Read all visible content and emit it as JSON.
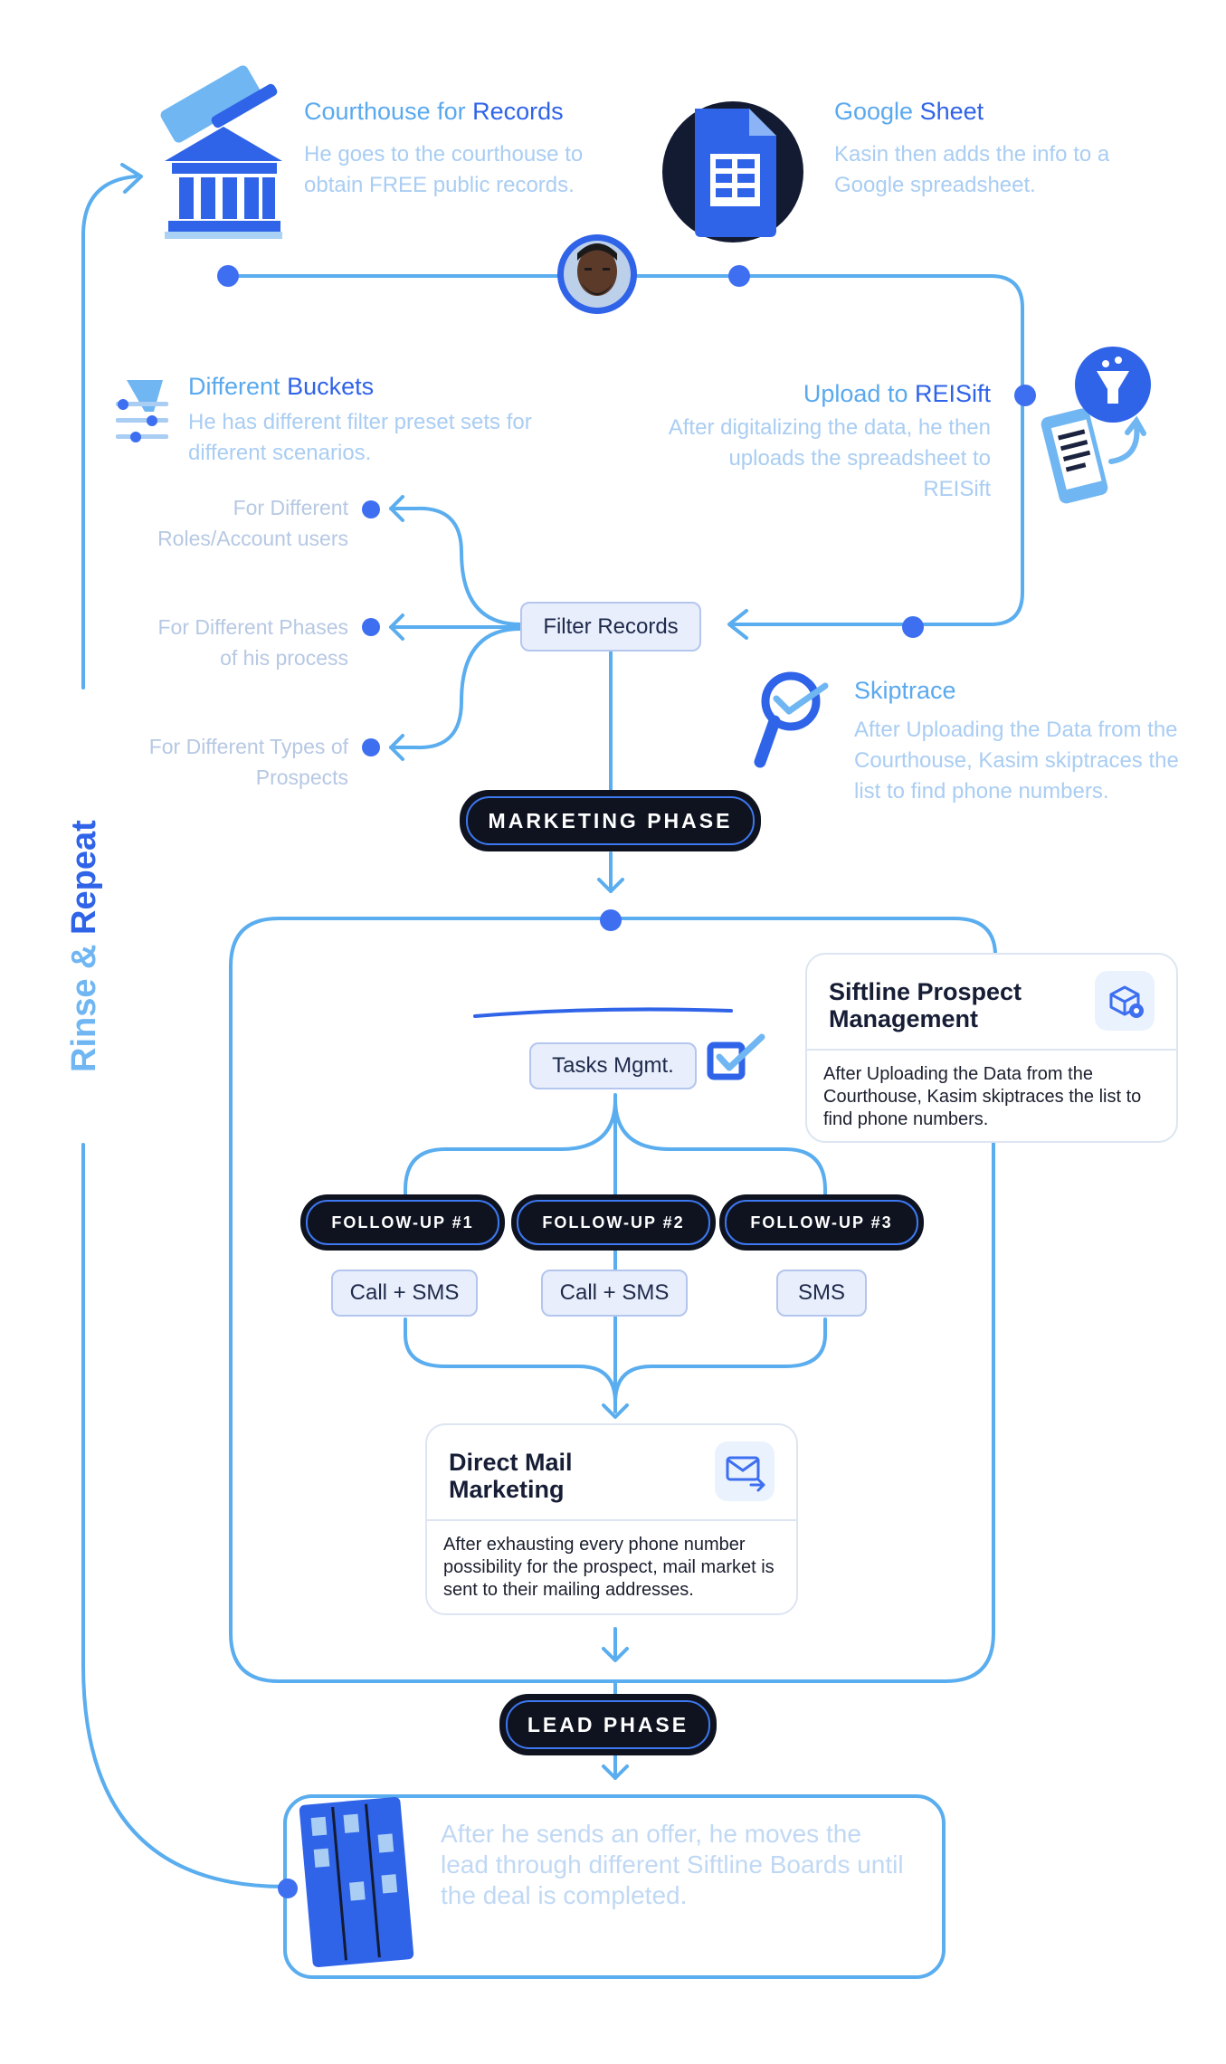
{
  "courthouse": {
    "title_a": "Courthouse for ",
    "title_b": "Records",
    "desc": "He goes to the courthouse to obtain FREE public records."
  },
  "google_sheet": {
    "title_a": "Google ",
    "title_b": "Sheet",
    "desc": "Kasin then adds the info to a Google spreadsheet."
  },
  "buckets": {
    "title_a": "Different ",
    "title_b": "Buckets",
    "desc": "He has different filter preset sets for different scenarios."
  },
  "upload": {
    "title_a": "Upload to ",
    "title_b": "REISift",
    "desc": "After digitalizing the data, he then uploads the spreadsheet to REISift"
  },
  "filter_targets": [
    "For Different Roles/Account users",
    "For Different Phases of his process",
    "For Different Types of Prospects"
  ],
  "filter_records": "Filter Records",
  "skiptrace": {
    "title": "Skiptrace",
    "desc": "After Uploading the Data from the Courthouse, Kasim skiptraces the list to find phone numbers."
  },
  "marketing_phase": "MARKETING PHASE",
  "rinse_repeat": {
    "a": "Rinse ",
    "amp": "& ",
    "b": "Repeat"
  },
  "siftline_card": {
    "title": "Siftline Prospect Management",
    "body": "After Uploading the Data from the Courthouse, Kasim skiptraces the list to find phone numbers."
  },
  "tasks": "Tasks Mgmt.",
  "followups": [
    {
      "label": "FOLLOW-UP #1",
      "channel": "Call + SMS"
    },
    {
      "label": "FOLLOW-UP #2",
      "channel": "Call + SMS"
    },
    {
      "label": "FOLLOW-UP #3",
      "channel": "SMS"
    }
  ],
  "direct_mail": {
    "title": "Direct Mail Marketing",
    "body": "After exhausting every phone number possibility for the prospect, mail market is sent to their mailing addresses."
  },
  "lead_phase": "LEAD PHASE",
  "lead_desc": "After he sends an offer, he moves the lead through different Siftline Boards until the deal is completed.",
  "colors": {
    "line": "#5aadee",
    "accent": "#2f63e8",
    "dark": "#0f1320",
    "title": "#5aa9ee"
  }
}
